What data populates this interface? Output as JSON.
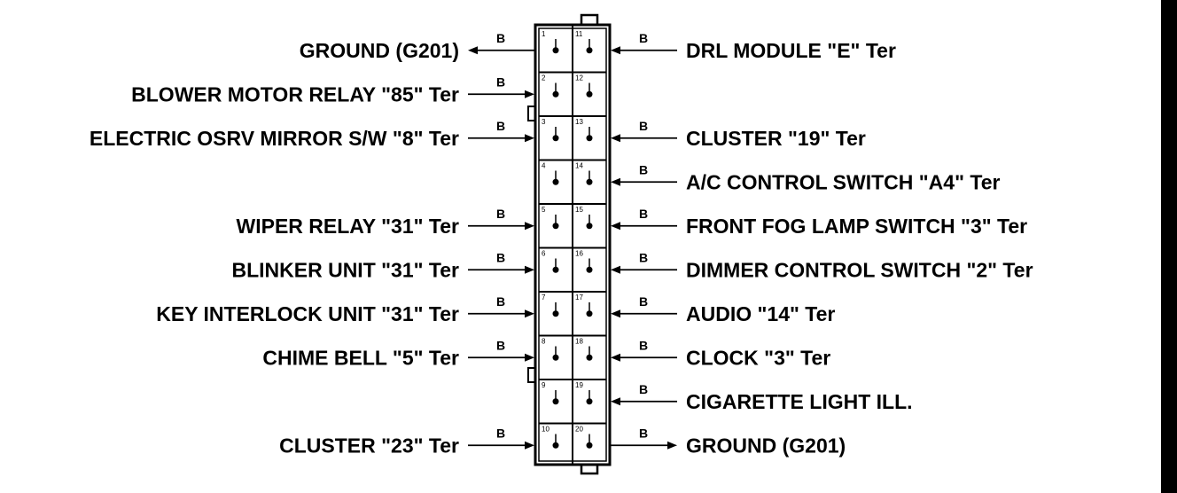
{
  "colors": {
    "line": "#000000",
    "background": "#ffffff"
  },
  "left": [
    {
      "pin": "1",
      "label": "GROUND (G201)",
      "wire": "B",
      "dir": "out"
    },
    {
      "pin": "2",
      "label": "BLOWER MOTOR RELAY \"85\" Ter",
      "wire": "B",
      "dir": "in"
    },
    {
      "pin": "3",
      "label": "ELECTRIC OSRV MIRROR S/W \"8\" Ter",
      "wire": "B",
      "dir": "in"
    },
    {
      "pin": "4",
      "label": "",
      "wire": "",
      "dir": "none"
    },
    {
      "pin": "5",
      "label": "WIPER RELAY \"31\" Ter",
      "wire": "B",
      "dir": "in"
    },
    {
      "pin": "6",
      "label": "BLINKER UNIT \"31\" Ter",
      "wire": "B",
      "dir": "in"
    },
    {
      "pin": "7",
      "label": "KEY INTERLOCK UNIT \"31\" Ter",
      "wire": "B",
      "dir": "in"
    },
    {
      "pin": "8",
      "label": "CHIME BELL \"5\" Ter",
      "wire": "B",
      "dir": "in"
    },
    {
      "pin": "9",
      "label": "",
      "wire": "",
      "dir": "none"
    },
    {
      "pin": "10",
      "label": "CLUSTER \"23\" Ter",
      "wire": "B",
      "dir": "in"
    }
  ],
  "right": [
    {
      "pin": "11",
      "label": "DRL MODULE \"E\" Ter",
      "wire": "B",
      "dir": "in"
    },
    {
      "pin": "12",
      "label": "",
      "wire": "",
      "dir": "none"
    },
    {
      "pin": "13",
      "label": "CLUSTER \"19\" Ter",
      "wire": "B",
      "dir": "in"
    },
    {
      "pin": "14",
      "label": "A/C CONTROL SWITCH \"A4\" Ter",
      "wire": "B",
      "dir": "in"
    },
    {
      "pin": "15",
      "label": "FRONT FOG LAMP SWITCH \"3\" Ter",
      "wire": "B",
      "dir": "in"
    },
    {
      "pin": "16",
      "label": "DIMMER CONTROL SWITCH \"2\" Ter",
      "wire": "B",
      "dir": "in"
    },
    {
      "pin": "17",
      "label": "AUDIO \"14\" Ter",
      "wire": "B",
      "dir": "in"
    },
    {
      "pin": "18",
      "label": "CLOCK \"3\" Ter",
      "wire": "B",
      "dir": "in"
    },
    {
      "pin": "19",
      "label": "CIGARETTE LIGHT ILL.",
      "wire": "B",
      "dir": "in"
    },
    {
      "pin": "20",
      "label": "GROUND (G201)",
      "wire": "B",
      "dir": "out"
    }
  ]
}
